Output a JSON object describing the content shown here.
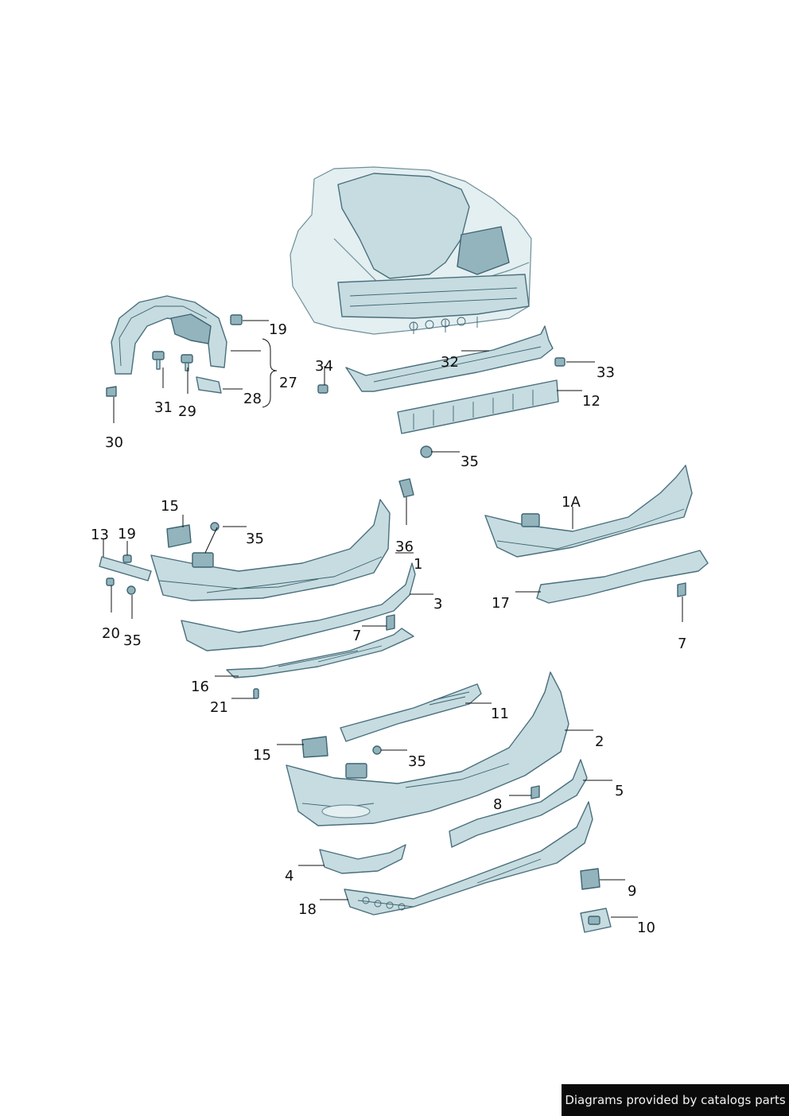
{
  "callouts": [
    "19",
    "27",
    "31",
    "29",
    "28",
    "30",
    "34",
    "32",
    "33",
    "12",
    "35",
    "15",
    "13",
    "19",
    "35",
    "36",
    "1",
    "1A",
    "3",
    "20",
    "35",
    "7",
    "17",
    "7",
    "16",
    "21",
    "11",
    "2",
    "15",
    "35",
    "5",
    "8",
    "4",
    "9",
    "18",
    "10"
  ],
  "credit_text": "Diagrams provided by catalogs parts",
  "colors": {
    "part_fill": "#c6dce0",
    "part_stroke": "#4a6f7d",
    "background": "#ffffff",
    "credit_bg": "#0a0a0a"
  }
}
